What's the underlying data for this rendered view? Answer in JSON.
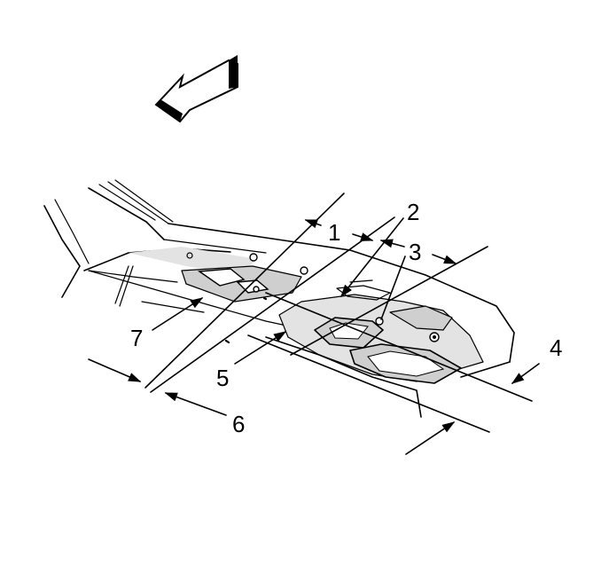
{
  "diagram": {
    "callouts": [
      "1",
      "2",
      "3",
      "4",
      "5",
      "6",
      "7"
    ],
    "icons": {
      "direction_arrow": "front-direction-arrow-icon"
    }
  }
}
